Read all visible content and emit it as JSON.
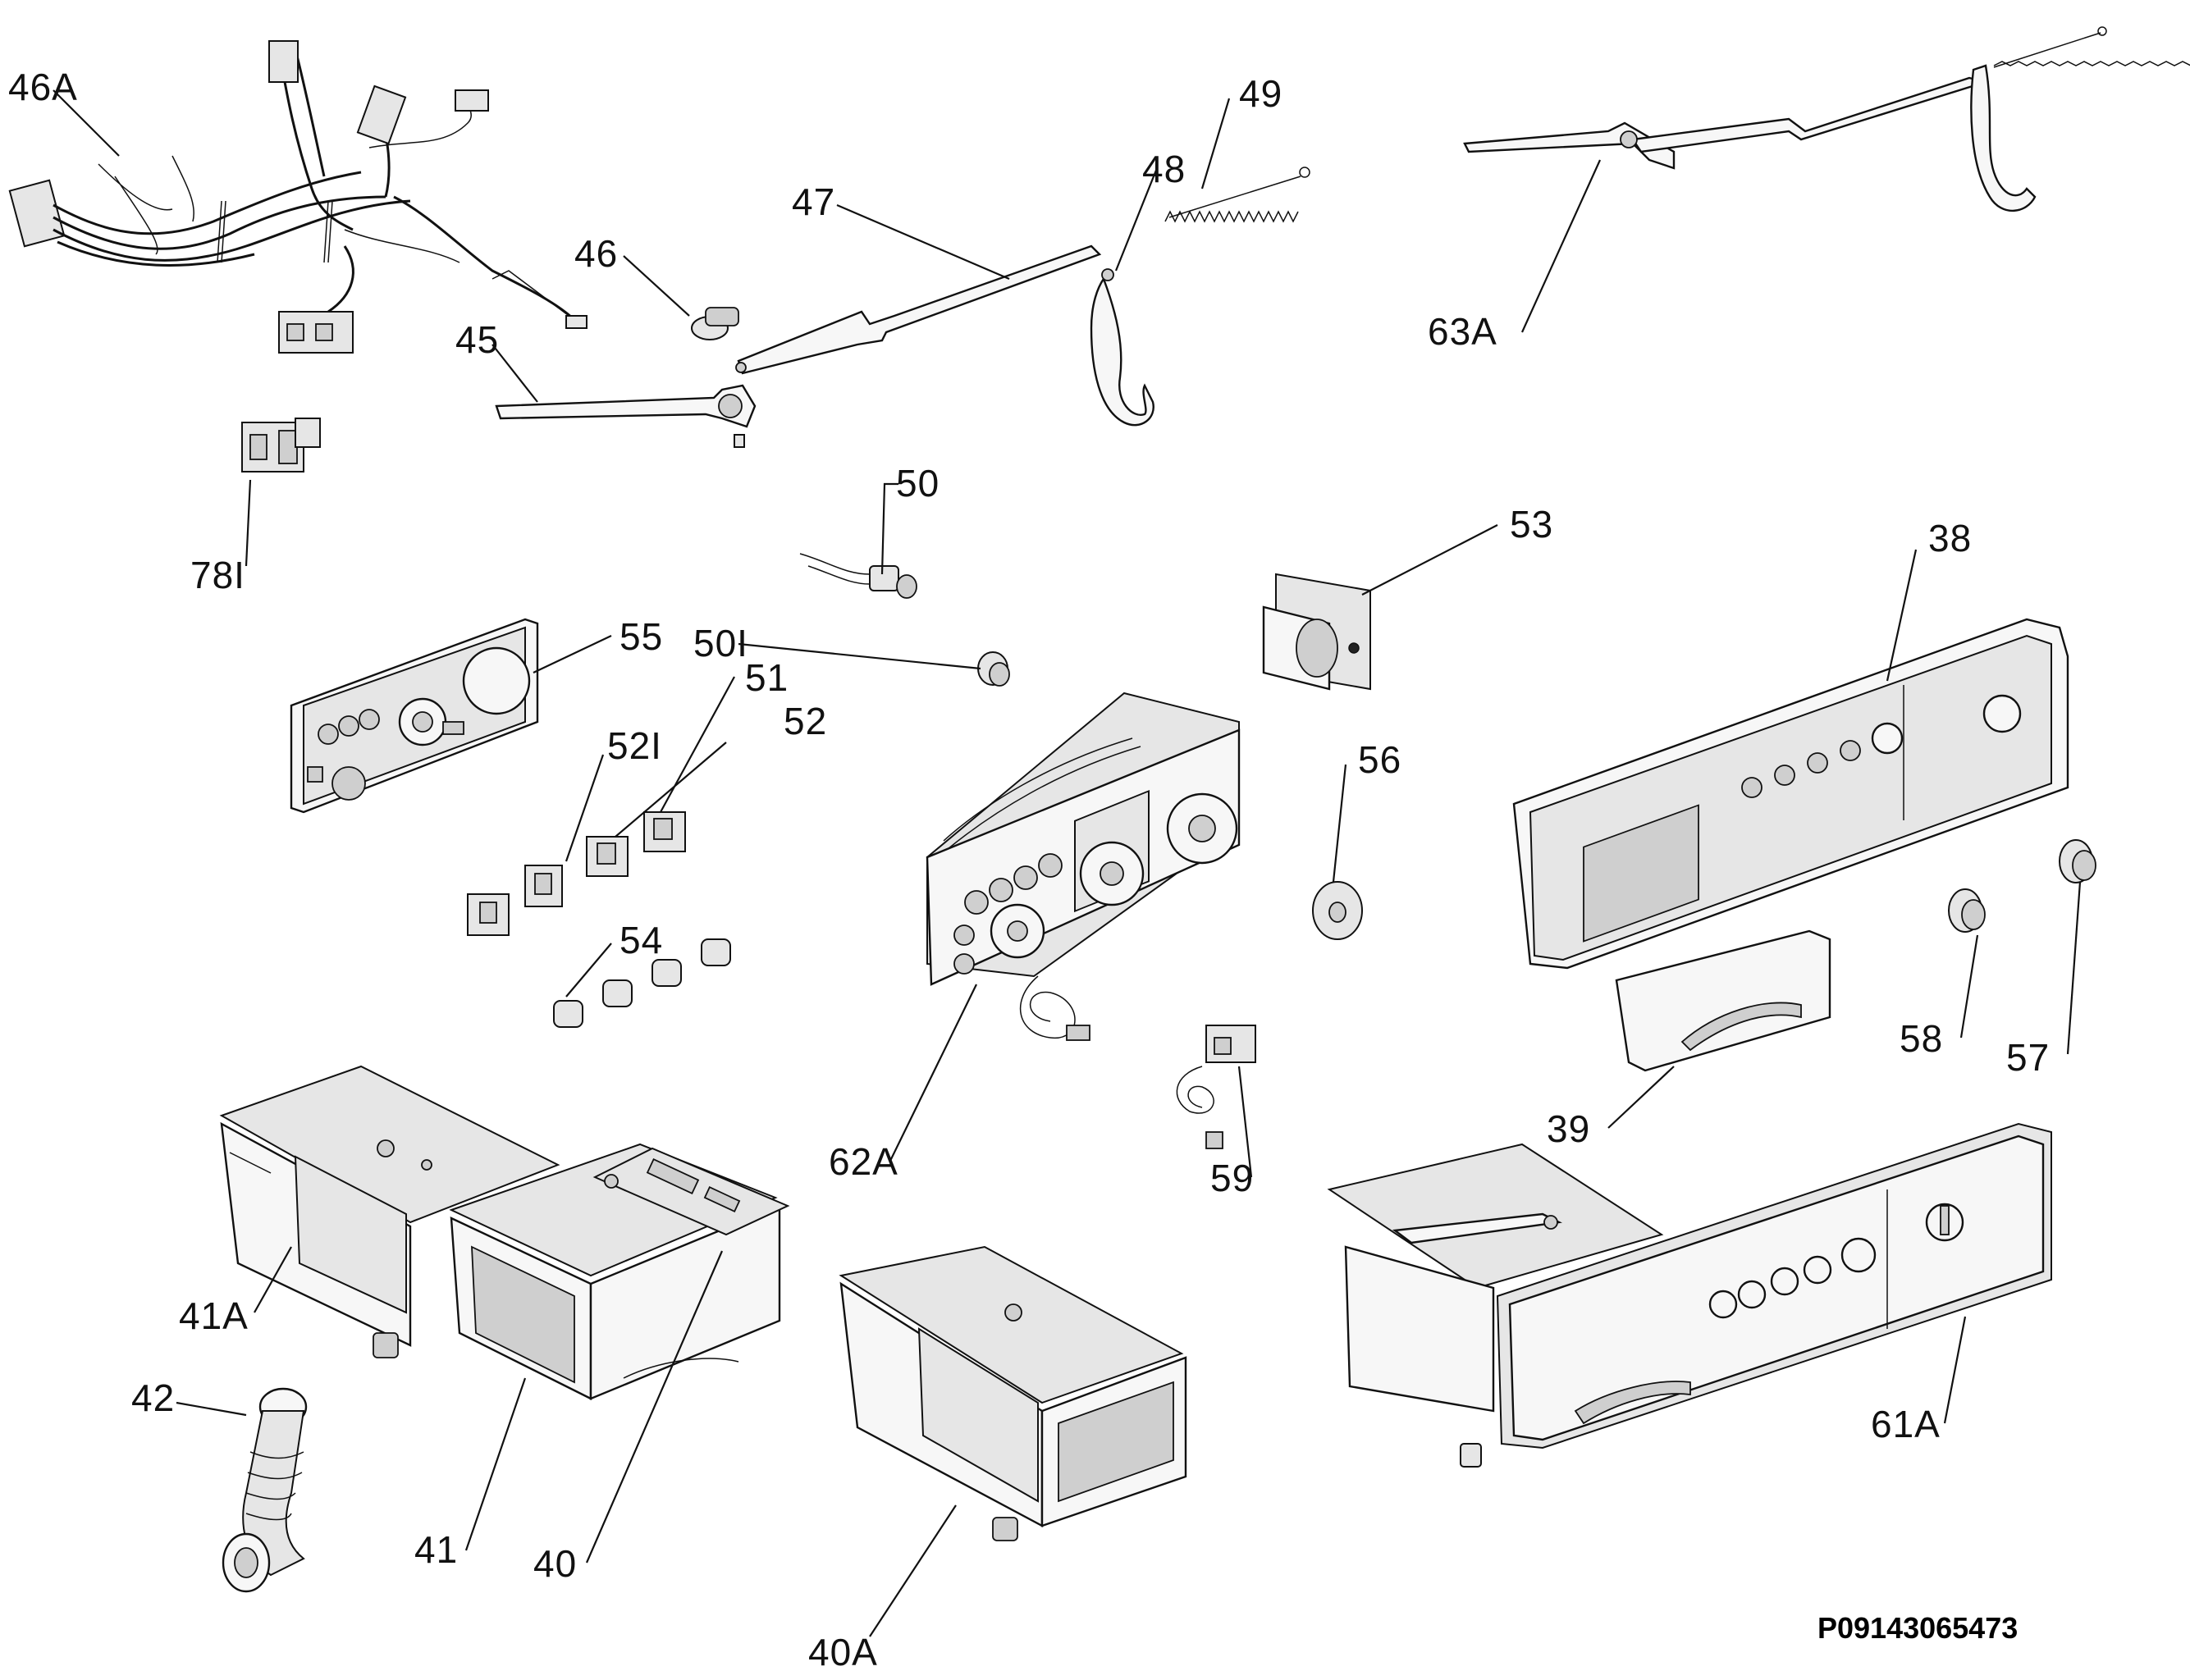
{
  "labels": {
    "l46A": "46A",
    "l45": "45",
    "l46": "46",
    "l47": "47",
    "l48": "48",
    "l49": "49",
    "l63A": "63A",
    "l78I": "78I",
    "l50": "50",
    "l50I": "50I",
    "l53": "53",
    "l55": "55",
    "l51": "51",
    "l52I": "52I",
    "l52": "52",
    "l54": "54",
    "l56": "56",
    "l38": "38",
    "l62A": "62A",
    "l59": "59",
    "l58": "58",
    "l57": "57",
    "l39": "39",
    "l41A": "41A",
    "l42": "42",
    "l41": "41",
    "l40": "40",
    "l40A": "40A",
    "l61A": "61A"
  },
  "reference": "P09143065473"
}
